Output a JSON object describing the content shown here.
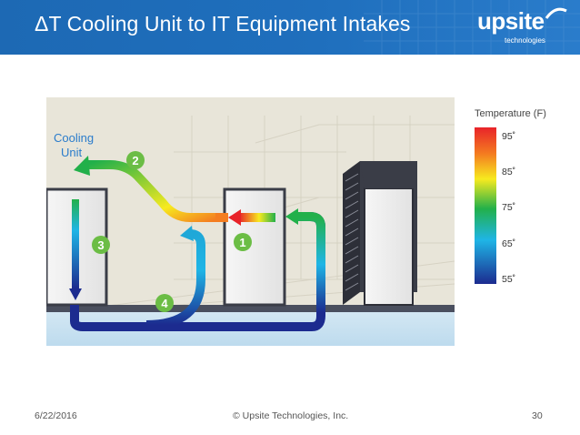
{
  "header": {
    "title": "ΔT Cooling Unit to IT Equipment Intakes"
  },
  "logo": {
    "word": "upsite",
    "sub": "technologies"
  },
  "diagram": {
    "cooling_unit_label_line1": "Cooling",
    "cooling_unit_label_line2": "Unit",
    "steps": [
      "1",
      "2",
      "3",
      "4"
    ]
  },
  "legend": {
    "title": "Temperature (F)",
    "ticks": [
      "95˚",
      "85˚",
      "75˚",
      "65˚",
      "55˚"
    ]
  },
  "footer": {
    "date": "6/22/2016",
    "copyright": "© Upsite Technologies, Inc.",
    "page": "30"
  },
  "colors": {
    "brand_blue": "#1f6fbd",
    "hot": "#e8232a",
    "cold": "#1c2b8f"
  }
}
